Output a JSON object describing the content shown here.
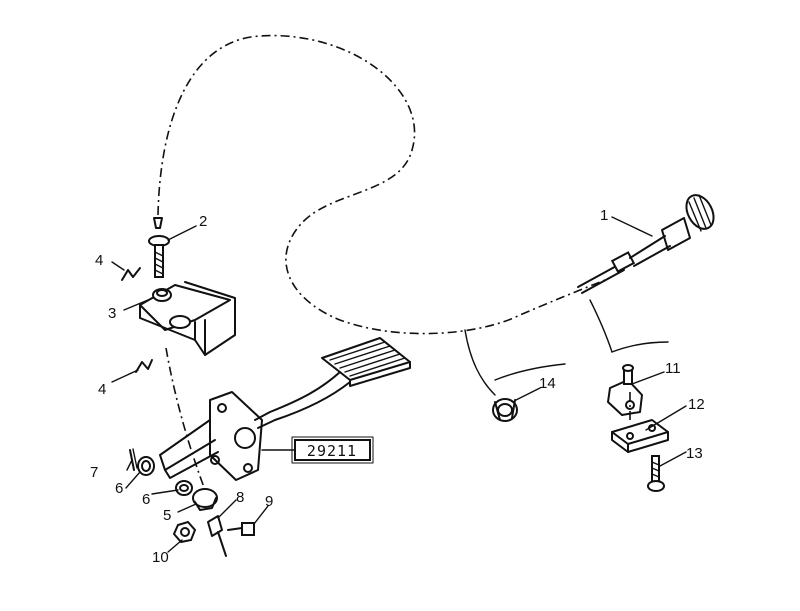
{
  "callouts": {
    "c1": "1",
    "c2": "2",
    "c3": "3",
    "c4a": "4",
    "c4b": "4",
    "c5": "5",
    "c6a": "6",
    "c6b": "6",
    "c7": "7",
    "c8": "8",
    "c9": "9",
    "c10": "10",
    "c11": "11",
    "c12": "12",
    "c13": "13",
    "c14": "14"
  },
  "part_number_box": "29211"
}
